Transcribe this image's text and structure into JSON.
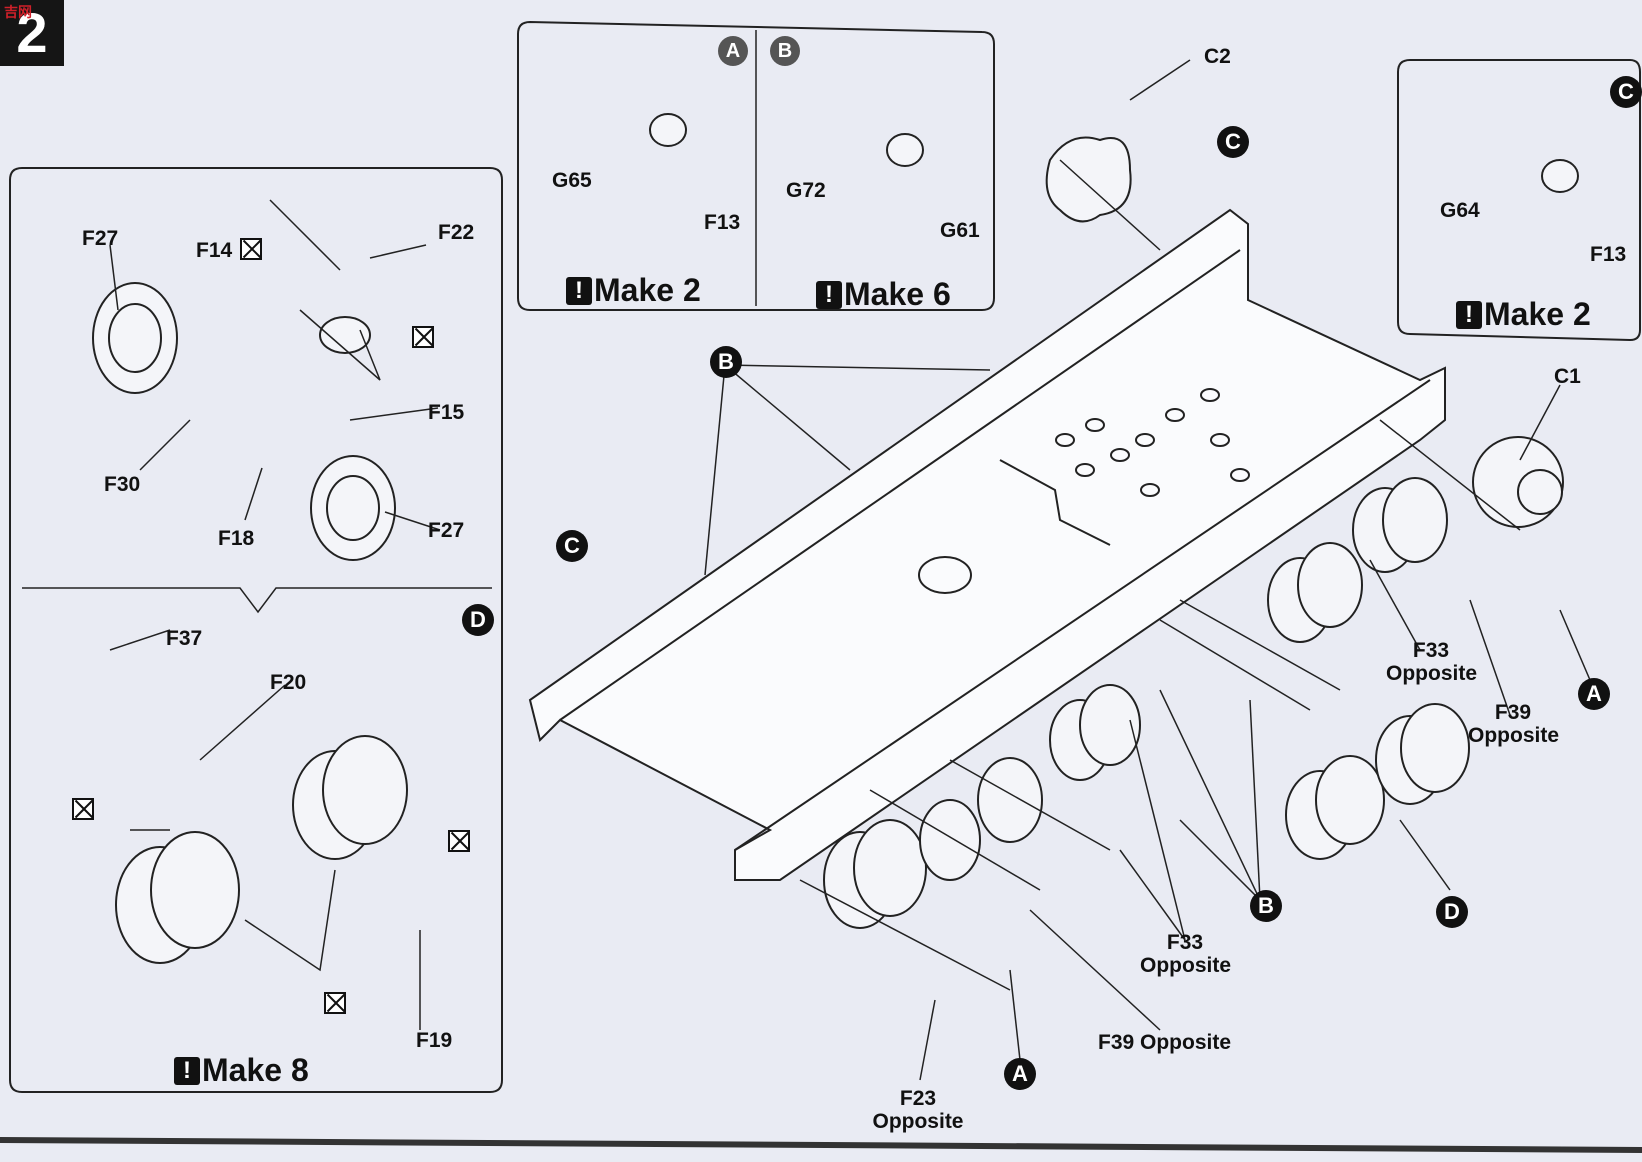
{
  "step": {
    "number": "2",
    "logo": "吉网"
  },
  "left_panel": {
    "labels": {
      "f27_top": "F27",
      "f14": "F14",
      "f22": "F22",
      "f15": "F15",
      "f30": "F30",
      "f18": "F18",
      "f27_bottom": "F27",
      "f37": "F37",
      "f20": "F20",
      "f19": "F19"
    },
    "callout": "D",
    "make": "Make 8"
  },
  "panel_ab": {
    "callout_a": "A",
    "callout_b": "B",
    "labels": {
      "g65": "G65",
      "f13": "F13",
      "g72": "G72",
      "g61": "G61"
    },
    "make_a": "Make 2",
    "make_b": "Make 6"
  },
  "panel_c": {
    "callout": "C",
    "labels": {
      "g64": "G64",
      "f13": "F13"
    },
    "make": "Make 2"
  },
  "main": {
    "labels": {
      "c2": "C2",
      "c1": "C1",
      "f33_right_1": "F33",
      "f33_right_2": "Opposite",
      "f39_right_1": "F39",
      "f39_right_2": "Opposite",
      "f33_mid_1": "F33",
      "f33_mid_2": "Opposite",
      "f39_bottom": "F39 Opposite",
      "f23_1": "F23",
      "f23_2": "Opposite"
    },
    "callouts": {
      "c_top": "C",
      "c_left": "C",
      "b_top": "B",
      "b_bottom": "B",
      "a_right": "A",
      "a_bottom": "A",
      "d_right": "D"
    }
  },
  "icons": [
    "exclamation-icon",
    "cut-part-icon"
  ]
}
